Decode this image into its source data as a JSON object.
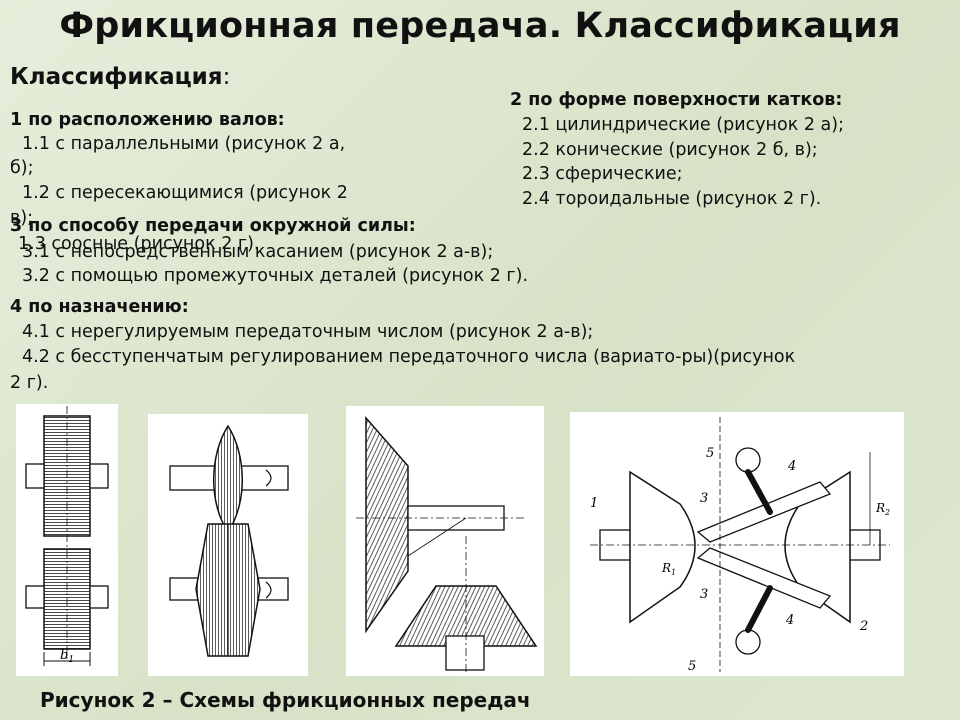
{
  "slide": {
    "title": "Фрикционная передача. Классификация",
    "heading": "Классификация",
    "heading_colon": ":",
    "sections": {
      "s1": {
        "title": "1 по расположению валов:",
        "items": [
          "1.1  с параллельными (рисунок 2 а,",
          "б);",
          "1.2 с пересекающимися (рисунок 2",
          "в);",
          "1.3 соосные (рисунок 2 г)."
        ]
      },
      "s2": {
        "title": "2 по форме поверхности катков:",
        "items": [
          "2.1 цилиндрические (рисунок 2 а);",
          "2.2 конические (рисунок 2 б, в);",
          "2.3 сферические;",
          "2.4 тороидальные (рисунок 2 г)."
        ]
      },
      "s3": {
        "title": "3 по способу передачи окружной силы:",
        "items": [
          "3.1 с непосредственным касанием (рисунок 2 а-в);",
          "3.2 с помощью промежуточных деталей (рисунок 2 г)."
        ]
      },
      "s4": {
        "title": "4 по назначению:",
        "items": [
          "4.1 с нерегулируемым передаточным числом (рисунок 2 а-в);",
          "4.2 с бесступенчатым регулированием передаточного числа (вариато-ры)(рисунок",
          "2 г)."
        ]
      }
    },
    "figures": {
      "a": {
        "dim_label": "b",
        "dim_sub": "1"
      },
      "d": {
        "labels": [
          "5",
          "4",
          "1",
          "3",
          "3",
          "2",
          "4",
          "5"
        ],
        "r1": "R",
        "r1_sub": "1",
        "r2": "R",
        "r2_sub": "2"
      }
    },
    "caption": "Рисунок 2 – Схемы фрикционных передач"
  }
}
